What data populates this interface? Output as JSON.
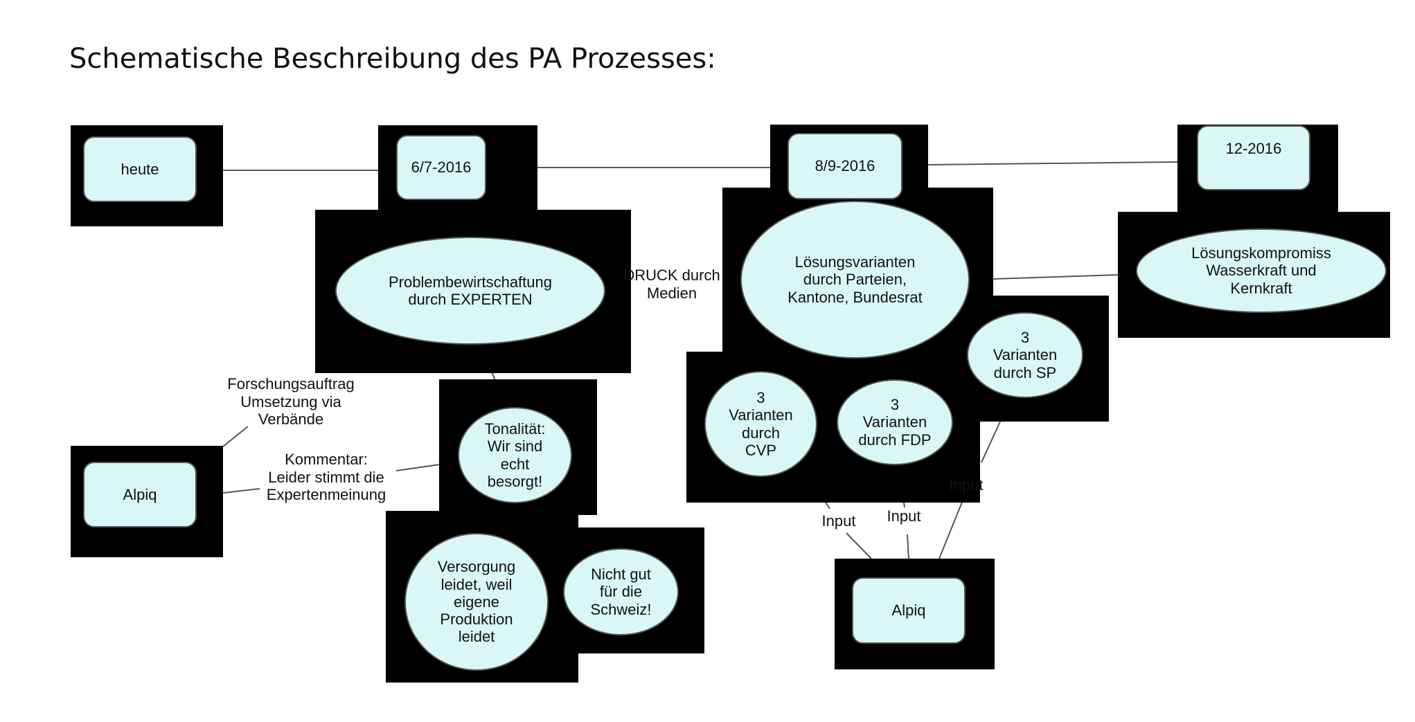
{
  "title": "Schematische Beschreibung des PA Prozesses:",
  "nodes": {
    "heute": "heute",
    "d2016_67": "6/7-2016",
    "d2016_89": "8/9-2016",
    "d2016_12": "12-2016",
    "problem": "Problembewirtschaftung\ndurch EXPERTEN",
    "loesungsvarianten": "Lösungsvarianten\ndurch Parteien,\nKantone, Bundesrat",
    "kompromiss": "Lösungskompromiss\nWasserkraft und\nKernkraft",
    "tonalitaet": "Tonalität:\nWir sind\necht\nbesorgt!",
    "versorgung": "Versorgung\nleidet, weil\neigene\nProduktion\nleidet",
    "nicht_gut": "Nicht gut\nfür die\nSchweiz!",
    "cvp": "3\nVarianten\ndurch\nCVP",
    "fdp": "3\nVarianten\ndurch FDP",
    "sp": "3\nVarianten\ndurch SP",
    "alpiq_left": "Alpiq",
    "alpiq_bottom": "Alpiq"
  },
  "labels": {
    "druck": "DRUCK durch\nMedien",
    "forschung": "Forschungsauftrag\nUmsetzung via\nVerbände",
    "kommentar": "Kommentar:\nLeider stimmt die\nExpertenmeinung",
    "input_1": "Input",
    "input_2": "Input",
    "input_3": "Input"
  },
  "colors": {
    "node_fill": "#d9f7f7",
    "node_border": "#555555",
    "block": "#000000",
    "connector": "#555555"
  }
}
